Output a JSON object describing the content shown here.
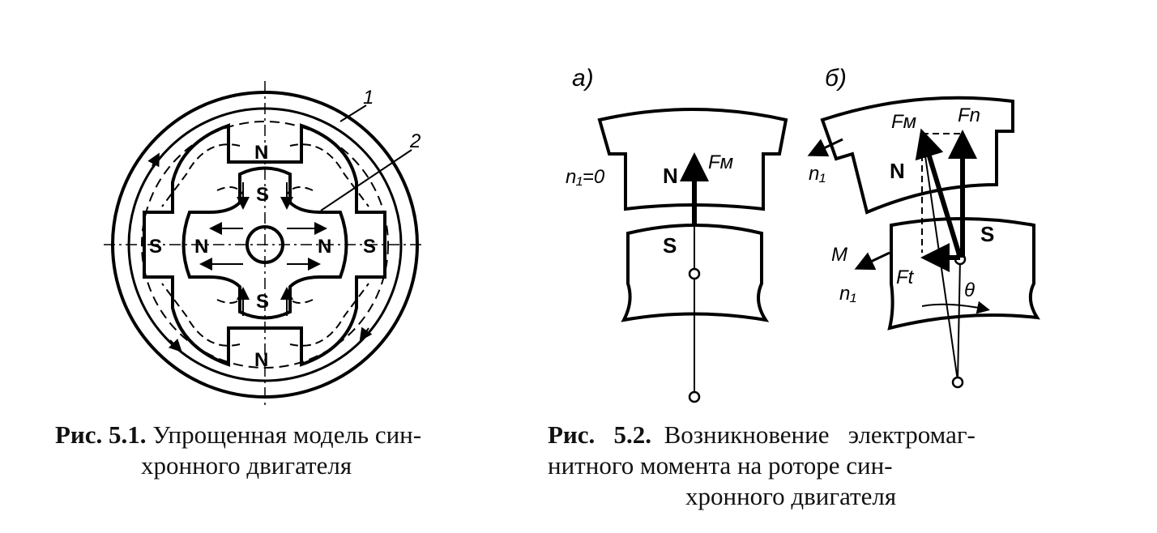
{
  "fig1": {
    "pole_top": "N",
    "pole_bottom": "N",
    "pole_left_outer": "S",
    "pole_right_outer": "S",
    "rotor_top": "S",
    "rotor_bottom": "S",
    "rotor_left": "N",
    "rotor_right": "N",
    "callout_1": "1",
    "callout_2": "2",
    "caption_num": "Рис. 5.1.",
    "caption_line1": " Упрощенная модель син-",
    "caption_line2": "хронного двигателя"
  },
  "fig2": {
    "label_a": "a)",
    "label_b": "б)",
    "a_stator_pole": "N",
    "a_rotor_pole": "S",
    "a_speed": "n₁=0",
    "a_force": "Fм",
    "b_stator_pole": "N",
    "b_rotor_pole": "S",
    "b_force_m": "Fм",
    "b_force_n": "Fn",
    "b_force_t": "Ft",
    "b_speed_top": "n₁",
    "b_torque": "M",
    "b_speed_bottom": "n₁",
    "b_angle": "θ",
    "caption_num": "Рис.   5.2.",
    "caption_line1": "  Возникновение   электромаг-",
    "caption_line2": "нитного момента на роторе син-",
    "caption_line3": "хронного двигателя"
  }
}
